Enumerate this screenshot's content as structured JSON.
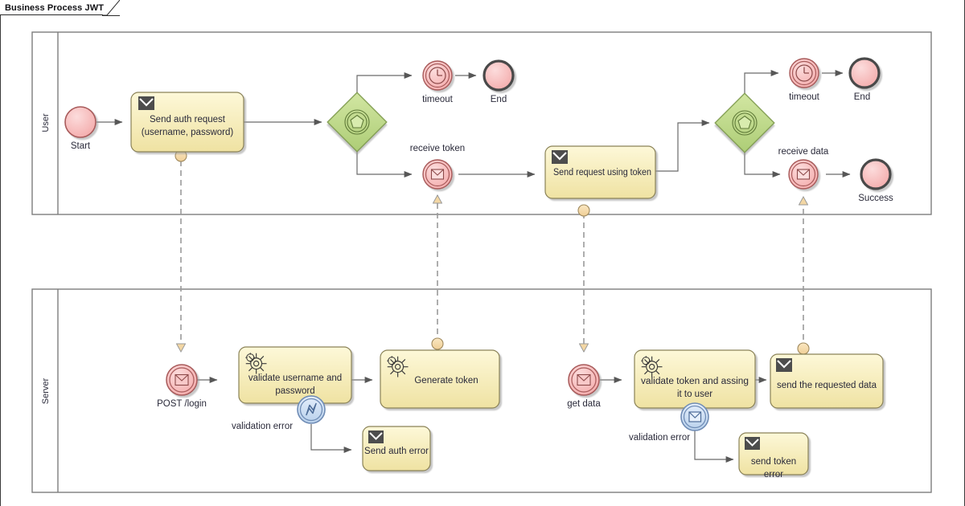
{
  "window": {
    "title": "Business Process JWT"
  },
  "colors": {
    "task_fill_top": "#fdf6cd",
    "task_fill_bottom": "#f2e6a8",
    "task_stroke": "#8a8257",
    "event_fill": "#f6b8b8",
    "event_fill_light": "#fbd2d2",
    "event_stroke": "#a85a5a",
    "gateway_fill": "#c3dd8e",
    "gateway_stroke": "#7d9a4c",
    "message_marker": "#f3d7a4",
    "boundary_blue_fill": "#cfe0f5",
    "boundary_blue_stroke": "#6f8cb5",
    "connector": "#6a6a6a",
    "lane_stroke": "#808080",
    "flow_dash": "#9a9a9a",
    "send_icon": "#4d4d4d"
  },
  "pools": [
    {
      "id": "user",
      "label": "User"
    },
    {
      "id": "server",
      "label": "Server"
    }
  ],
  "user_lane": {
    "label": "User",
    "nodes": [
      {
        "id": "start",
        "kind": "start-event",
        "label": "Start"
      },
      {
        "id": "send-auth",
        "kind": "send-task",
        "label": "Send auth request\n(username, password)",
        "line1": "Send auth request",
        "line2": "(username, password)"
      },
      {
        "id": "gw1",
        "kind": "event-based-gateway",
        "label": ""
      },
      {
        "id": "timeout1",
        "kind": "timer-intermediate-event",
        "label": "timeout"
      },
      {
        "id": "end1",
        "kind": "end-event",
        "label": "End"
      },
      {
        "id": "receive-token",
        "kind": "message-catch-event",
        "label": "receive token"
      },
      {
        "id": "send-req-token",
        "kind": "send-task",
        "label": "Send request using token"
      },
      {
        "id": "gw2",
        "kind": "event-based-gateway",
        "label": ""
      },
      {
        "id": "timeout2",
        "kind": "timer-intermediate-event",
        "label": "timeout"
      },
      {
        "id": "end2",
        "kind": "end-event",
        "label": "End"
      },
      {
        "id": "receive-data",
        "kind": "message-catch-event",
        "label": "receive data"
      },
      {
        "id": "success",
        "kind": "end-event",
        "label": "Success"
      }
    ]
  },
  "server_lane": {
    "label": "Server",
    "nodes": [
      {
        "id": "post-login",
        "kind": "message-start-event",
        "label": "POST /login"
      },
      {
        "id": "validate-creds",
        "kind": "service-task",
        "label": "validate username and password",
        "line1": "validate username and",
        "line2": "password"
      },
      {
        "id": "err-boundary-1",
        "kind": "boundary-error-event",
        "label": "validation error"
      },
      {
        "id": "generate-token",
        "kind": "service-task",
        "label": "Generate token"
      },
      {
        "id": "send-auth-error",
        "kind": "send-task",
        "label": "Send auth error"
      },
      {
        "id": "get-data",
        "kind": "message-start-event",
        "label": "get data"
      },
      {
        "id": "validate-token",
        "kind": "service-task",
        "label": "validate token and assing it to user",
        "line1": "validate token and assing",
        "line2": "it to user"
      },
      {
        "id": "err-boundary-2",
        "kind": "boundary-message-event",
        "label": "validation error"
      },
      {
        "id": "send-requested",
        "kind": "send-task",
        "label": "send the requested data"
      },
      {
        "id": "send-token-error",
        "kind": "send-task",
        "label": "send token error",
        "line1": "send token",
        "line2": "error"
      }
    ]
  },
  "message_flows": [
    {
      "from": "send-auth",
      "to": "post-login"
    },
    {
      "from": "generate-token",
      "to": "receive-token"
    },
    {
      "from": "send-req-token",
      "to": "get-data"
    },
    {
      "from": "send-requested",
      "to": "receive-data"
    }
  ]
}
